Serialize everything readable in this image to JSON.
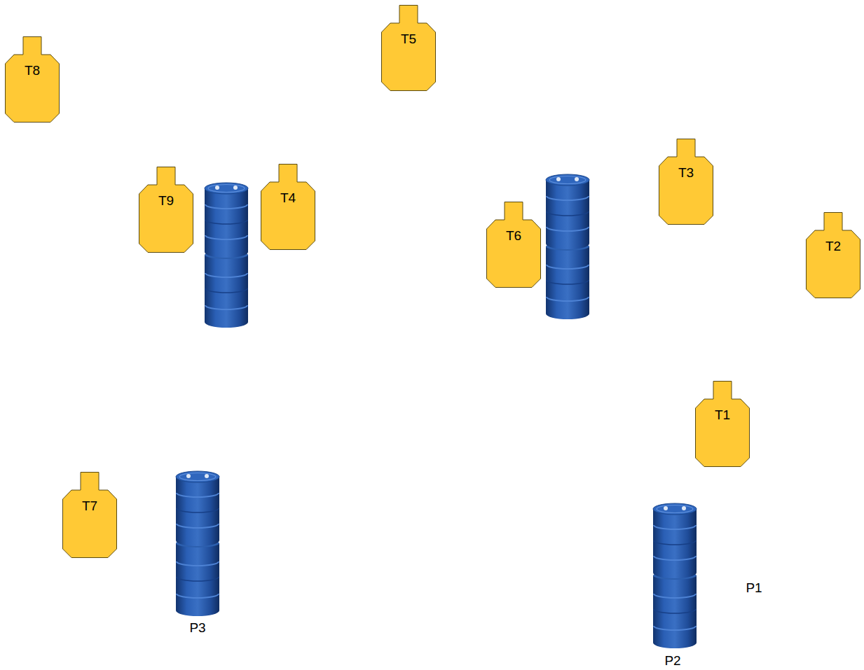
{
  "diagram": {
    "nodes": [
      {
        "text": [
          "T8"
        ]
      },
      {
        "text": [
          "T5"
        ]
      },
      {
        "text": [
          "T3"
        ]
      },
      {
        "text": [
          "T9"
        ]
      },
      {
        "text": [
          "T4"
        ]
      },
      {
        "text": [
          "T6"
        ]
      },
      {
        "text": [
          "T2"
        ]
      },
      {
        "text": [
          "T1"
        ]
      },
      {
        "text": [
          "T7"
        ]
      }
    ],
    "labels": [
      "P1",
      "P3",
      "P2"
    ]
  }
}
